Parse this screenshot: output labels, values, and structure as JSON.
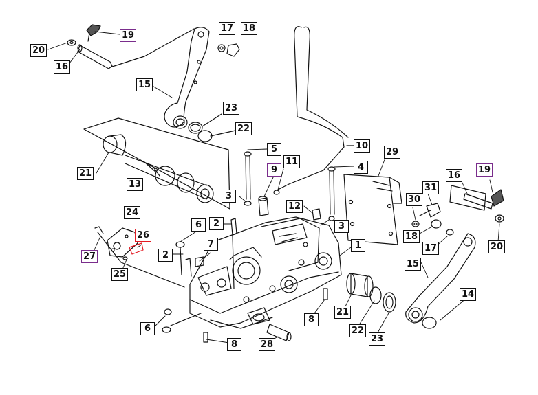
{
  "colors": {
    "line": "#111111",
    "highlight_purple": "#7a2d8c",
    "highlight_red": "#e31b23",
    "background": "#ffffff"
  },
  "callouts": [
    {
      "label": "19",
      "style": "purple"
    },
    {
      "label": "17",
      "style": "normal"
    },
    {
      "label": "18",
      "style": "normal"
    },
    {
      "label": "20",
      "style": "normal"
    },
    {
      "label": "16",
      "style": "normal"
    },
    {
      "label": "15",
      "style": "normal"
    },
    {
      "label": "23",
      "style": "normal"
    },
    {
      "label": "22",
      "style": "normal"
    },
    {
      "label": "10",
      "style": "normal"
    },
    {
      "label": "21",
      "style": "normal"
    },
    {
      "label": "5",
      "style": "normal"
    },
    {
      "label": "9",
      "style": "purple"
    },
    {
      "label": "11",
      "style": "normal"
    },
    {
      "label": "4",
      "style": "normal"
    },
    {
      "label": "29",
      "style": "normal"
    },
    {
      "label": "16",
      "style": "normal"
    },
    {
      "label": "19",
      "style": "purple"
    },
    {
      "label": "13",
      "style": "normal"
    },
    {
      "label": "3",
      "style": "normal"
    },
    {
      "label": "31",
      "style": "normal"
    },
    {
      "label": "12",
      "style": "normal"
    },
    {
      "label": "30",
      "style": "normal"
    },
    {
      "label": "24",
      "style": "normal"
    },
    {
      "label": "2",
      "style": "normal"
    },
    {
      "label": "6",
      "style": "normal"
    },
    {
      "label": "3",
      "style": "normal"
    },
    {
      "label": "26",
      "style": "red"
    },
    {
      "label": "7",
      "style": "normal"
    },
    {
      "label": "1",
      "style": "normal"
    },
    {
      "label": "18",
      "style": "normal"
    },
    {
      "label": "17",
      "style": "normal"
    },
    {
      "label": "20",
      "style": "normal"
    },
    {
      "label": "27",
      "style": "purple"
    },
    {
      "label": "2",
      "style": "normal"
    },
    {
      "label": "15",
      "style": "normal"
    },
    {
      "label": "25",
      "style": "normal"
    },
    {
      "label": "14",
      "style": "normal"
    },
    {
      "label": "21",
      "style": "normal"
    },
    {
      "label": "8",
      "style": "normal"
    },
    {
      "label": "6",
      "style": "normal"
    },
    {
      "label": "22",
      "style": "normal"
    },
    {
      "label": "23",
      "style": "normal"
    },
    {
      "label": "8",
      "style": "normal"
    },
    {
      "label": "28",
      "style": "normal"
    }
  ]
}
